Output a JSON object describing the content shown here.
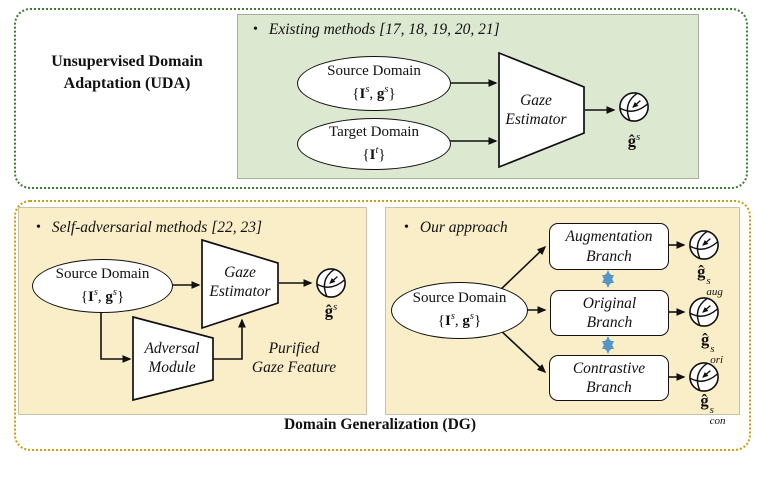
{
  "figure": {
    "colors": {
      "uda_border_green": "#3c7d32",
      "uda_panel_green": "#dde8d1",
      "dg_border_orange": "#cd9b14",
      "dg_panel_tan": "#faeec8",
      "consistency_arrow_blue": "#5596c8",
      "line_black": "#111111"
    }
  },
  "uda": {
    "title": "Unsupervised Domain\nAdaptation (UDA)",
    "bullet": "•",
    "methods_label": "Existing methods [17, 18, 19, 20, 21]",
    "source_ellipse": {
      "title": "Source Domain",
      "math": {
        "open": "{",
        "v1": "I",
        "s1": "s",
        "sep": ", ",
        "v2": "g",
        "s2": "s",
        "close": "}"
      }
    },
    "target_ellipse": {
      "title": "Target Domain",
      "math": {
        "open": "{",
        "v1": "I",
        "s1": "t",
        "close": "}"
      }
    },
    "estimator_label": "Gaze\nEstimator",
    "output": {
      "g": "ĝ",
      "sup": "s"
    }
  },
  "dg": {
    "title": "Domain Generalization (DG)",
    "self_adversarial": {
      "bullet": "•",
      "methods_label": "Self-adversarial methods [22, 23]",
      "source_ellipse": {
        "title": "Source Domain",
        "math": {
          "open": "{",
          "v1": "I",
          "s1": "s",
          "sep": ", ",
          "v2": "g",
          "s2": "s",
          "close": "}"
        }
      },
      "estimator_label": "Gaze\nEstimator",
      "adversal_label": "Adversal\nModule",
      "purified_label": "Purified\nGaze Feature",
      "output": {
        "g": "ĝ",
        "sup": "s"
      }
    },
    "ours": {
      "bullet": "•",
      "methods_label": "Our approach",
      "source_ellipse": {
        "title": "Source Domain",
        "math": {
          "open": "{",
          "v1": "I",
          "s1": "s",
          "sep": ", ",
          "v2": "g",
          "s2": "s",
          "close": "}"
        }
      },
      "branches": [
        {
          "label": "Augmentation\nBranch",
          "output": {
            "g": "ĝ",
            "sup": "s",
            "sub": "aug"
          }
        },
        {
          "label": "Original\nBranch",
          "output": {
            "g": "ĝ",
            "sup": "s",
            "sub": "ori"
          }
        },
        {
          "label": "Contrastive\nBranch",
          "output": {
            "g": "ĝ",
            "sup": "s",
            "sub": "con"
          }
        }
      ]
    }
  }
}
